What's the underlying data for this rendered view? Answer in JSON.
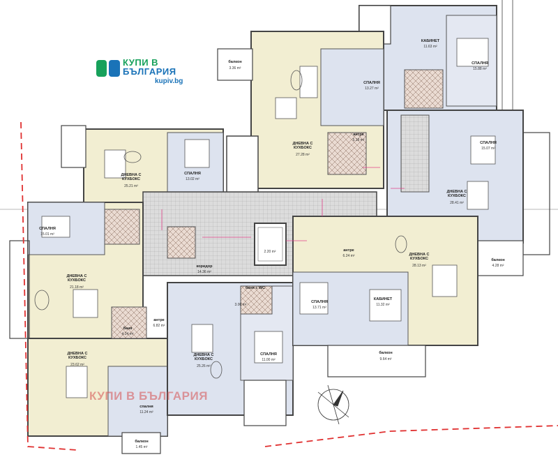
{
  "logo": {
    "line1": "КУПИ В",
    "line2": "БЪЛГАРИЯ",
    "site": "kupiv.bg",
    "green": "#17a15b",
    "blue": "#1a73b8"
  },
  "watermark": "КУПИ В БЪЛГАРИЯ",
  "colors": {
    "wall": "#444444",
    "living": "#f2eed2",
    "bedroom": "#dde3ef",
    "corridor": "#d8d8d8",
    "bath": "#e6d6cc",
    "balcony": "#ffffff",
    "red_line": "#e03030",
    "magenta": "#e0408a"
  },
  "rooms": {
    "balcony_top": "балкон",
    "balcony_top_area": "3.36 m²",
    "bedroom_top": "СПАЛНЯ",
    "bedroom_top_area": "13.27 m²",
    "study_top": "КАБИНЕТ",
    "study_top_area": "11.63 m²",
    "bedroom_tr": "СПАЛНЯ",
    "bedroom_tr_area": "15.88 m²",
    "living_top": "ДНЕВНА С КУХБОКС",
    "living_top_area": "27.28 m²",
    "living_tl": "ДНЕВНА С КУХБОКС",
    "living_tl_area": "25.21 m²",
    "bedroom_tl": "СПАЛНЯ",
    "bedroom_tl_area": "13.02 m²",
    "bedroom_r": "СПАЛНЯ",
    "bedroom_r_area": "15.07 m²",
    "living_r": "ДНЕВНА С КУХБОКС",
    "living_r_area": "28.41 m²",
    "bedroom_l": "СПАЛНЯ",
    "bedroom_l_area": "15.01 m²",
    "living_l": "ДНЕВНА С КУХБОКС",
    "living_l_area": "21.18 m²",
    "corridor": "коридор",
    "corridor_area": "14.36 m²",
    "bath_c": "баня с WC",
    "bath_c_area": "3.00 m²",
    "bath_l": "баня",
    "bath_l_area": "4.24 m²",
    "entry_l": "антре",
    "entry_l_area": "6.82 m²",
    "living_bl": "ДНЕВНА С КУХБОКС",
    "living_bl_area": "23.62 m²",
    "bedroom_bl": "спалня",
    "bedroom_bl_area": "11.24 m²",
    "living_bc": "ДНЕВНА С КУХБОКС",
    "living_bc_area": "25.26 m²",
    "bedroom_bc": "СПАЛНЯ",
    "bedroom_bc_area": "11.00 m²",
    "bedroom_bcr": "СПАЛНЯ",
    "bedroom_bcr_area": "13.71 m²",
    "study_br": "КАБИНЕТ",
    "study_br_area": "11.32 m²",
    "living_br": "ДНЕВНА С КУХБОКС",
    "living_br_area": "28.13 m²",
    "balcony_b": "балкон",
    "balcony_b_area": "9.64 m²",
    "balcony_r": "балкон",
    "balcony_r_area": "4.28 m²",
    "entry_c": "антре",
    "entry_c_area": "6.24 m²",
    "elevator": "2.20 m²",
    "balcony_bl": "балкон",
    "balcony_bl_area": "1.45 m²",
    "entry_top": "антре",
    "entry_top_area": "5.18 m²"
  }
}
